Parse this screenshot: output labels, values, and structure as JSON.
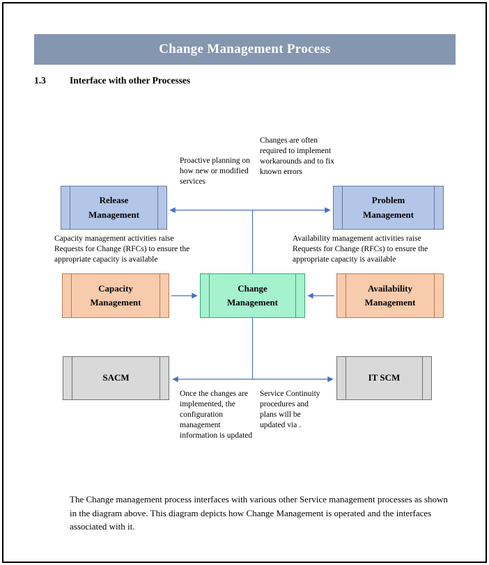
{
  "page": {
    "title": "Change Management Process",
    "section": {
      "number": "1.3",
      "title": "Interface with other Processes"
    },
    "footer_paragraph": "The Change management process interfaces with various other Service management processes as shown in the diagram above. This diagram depicts how Change Management is operated and the interfaces associated with it."
  },
  "diagram": {
    "nodes": {
      "release": {
        "label": "Release Management"
      },
      "problem": {
        "label": "Problem Management"
      },
      "capacity": {
        "label": "Capacity Management"
      },
      "change": {
        "label": "Change Management"
      },
      "availability": {
        "label": "Availability Management"
      },
      "sacm": {
        "label": "SACM"
      },
      "itscm": {
        "label": "IT SCM"
      }
    },
    "annotations": {
      "proactive_planning": "Proactive planning on how new or modified services",
      "workarounds": "Changes are often required to implement workarounds and to fix known errors",
      "capacity_rfc": "Capacity management activities raise Requests for Change (RFCs) to ensure the appropriate capacity is available",
      "availability_rfc": "Availability management activities raise Requests for Change (RFCs) to ensure the appropriate capacity is available",
      "config_update": "Once the changes are implemented, the configuration management information is updated",
      "continuity": "Service Continuity procedures and plans will be updated via ."
    }
  },
  "colors": {
    "banner": "#8496B0",
    "blueFill": "#B4C6E7",
    "blueBorder": "#6678A0",
    "peachFill": "#F8CBAD",
    "peachBorder": "#B97A56",
    "greenFill": "#A6F2CE",
    "greenBorder": "#35A871",
    "grayFill": "#D9D9D9",
    "grayBorder": "#707070",
    "arrow": "#4472C4"
  }
}
